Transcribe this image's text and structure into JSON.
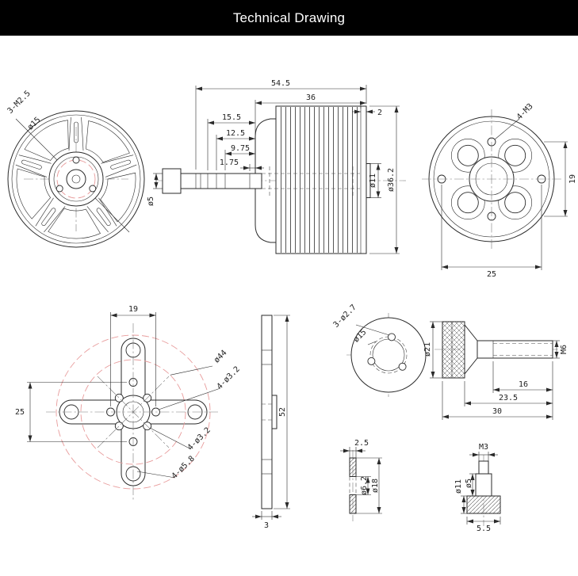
{
  "header": {
    "title": "Technical Drawing"
  },
  "colors": {
    "header_bg": "#000000",
    "header_text": "#ffffff",
    "line": "#2a2a2a",
    "accent_dashed": "#e89c9c"
  },
  "views": {
    "motor_front": {
      "labels": {
        "mount_holes": "3-M2.5",
        "hub_dia": "ø15"
      }
    },
    "motor_side": {
      "labels": {
        "overall_length": "54.5",
        "body_length": "36",
        "shaft_len_a": "15.5",
        "shaft_len_b": "12.5",
        "shaft_len_c": "9.75",
        "shaft_len_d": "1.75",
        "end_step": "2",
        "boss_dia": "ø11",
        "body_dia": "ø36.2",
        "shaft_dia": "ø5"
      }
    },
    "motor_rear": {
      "labels": {
        "mount_holes": "4-M3",
        "spacing_v": "19",
        "spacing_h": "25"
      }
    },
    "mount_front": {
      "labels": {
        "spacing_h": "19",
        "spacing_v": "25",
        "circle_dia": "ø44",
        "inner_holes": "4-ø3.2",
        "diagonal_holes": "4-ø3.2",
        "end_holes": "4-ø5.8"
      }
    },
    "mount_side": {
      "labels": {
        "length": "52",
        "thickness": "3"
      }
    },
    "shaft_flange": {
      "labels": {
        "holes": "3-ø2.7",
        "bolt_circle": "ø15"
      }
    },
    "prop_adapter": {
      "labels": {
        "collet_dia": "ø21",
        "thread": "M6",
        "thread_length": "16",
        "shaft_length": "23.5",
        "overall_length": "30"
      }
    },
    "washer": {
      "labels": {
        "thickness": "2.5",
        "inner_dia": "ø6.2",
        "outer_dia": "ø18"
      }
    },
    "prop_nut": {
      "labels": {
        "thread": "M3",
        "head_dia": "ø11",
        "body_dia": "ø5",
        "head_height": "5.5"
      }
    }
  }
}
